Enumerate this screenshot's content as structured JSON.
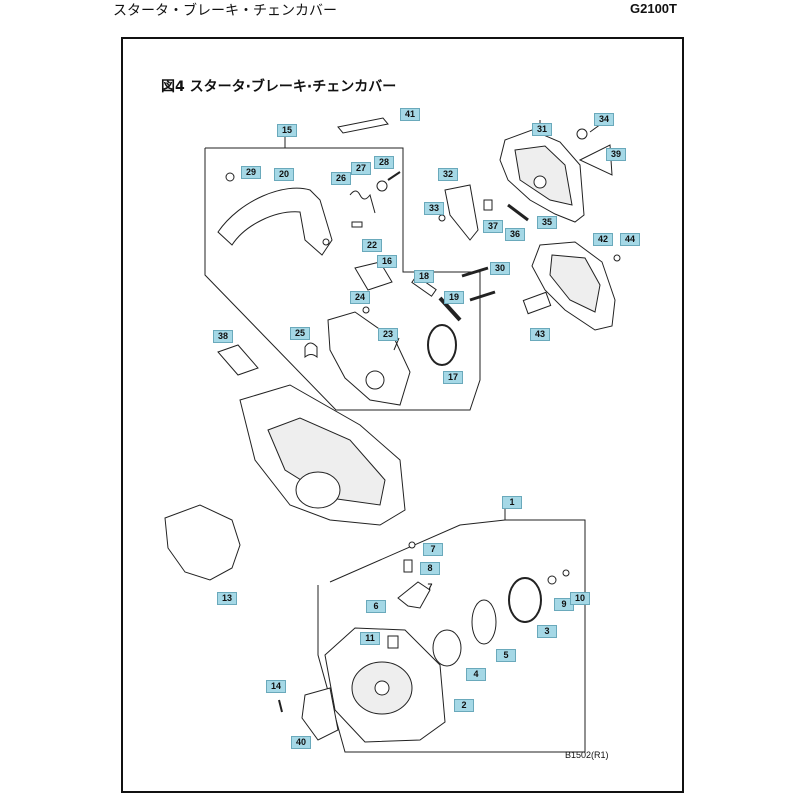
{
  "header": {
    "section_title": "スタータ・ブレーキ・チェンカバー",
    "model": "G2100T"
  },
  "figure": {
    "title": "図4 スタータ·ブレーキ·チェンカバー",
    "reference": "B1502(R1)"
  },
  "callouts": [
    {
      "id": "c41",
      "label": "41",
      "highlighted": true
    },
    {
      "id": "c34",
      "label": "34",
      "highlighted": true
    },
    {
      "id": "c15",
      "label": "15",
      "highlighted": true
    },
    {
      "id": "c31",
      "label": "31",
      "highlighted": true
    },
    {
      "id": "c39",
      "label": "39",
      "highlighted": true
    },
    {
      "id": "c29",
      "label": "29",
      "highlighted": true
    },
    {
      "id": "c20",
      "label": "20",
      "highlighted": true
    },
    {
      "id": "c27",
      "label": "27",
      "highlighted": true
    },
    {
      "id": "c28",
      "label": "28",
      "highlighted": true
    },
    {
      "id": "c26",
      "label": "26",
      "highlighted": true
    },
    {
      "id": "c32",
      "label": "32",
      "highlighted": true
    },
    {
      "id": "c33",
      "label": "33",
      "highlighted": true
    },
    {
      "id": "c37",
      "label": "37",
      "highlighted": true
    },
    {
      "id": "c35",
      "label": "35",
      "highlighted": true
    },
    {
      "id": "c36",
      "label": "36",
      "highlighted": true
    },
    {
      "id": "c42",
      "label": "42",
      "highlighted": true
    },
    {
      "id": "c44",
      "label": "44",
      "highlighted": true
    },
    {
      "id": "c22",
      "label": "22",
      "highlighted": true
    },
    {
      "id": "c16",
      "label": "16",
      "highlighted": true
    },
    {
      "id": "c30",
      "label": "30",
      "highlighted": true
    },
    {
      "id": "c18",
      "label": "18",
      "highlighted": true
    },
    {
      "id": "c24",
      "label": "24",
      "highlighted": true
    },
    {
      "id": "c19",
      "label": "19",
      "highlighted": true
    },
    {
      "id": "c43",
      "label": "43",
      "highlighted": true
    },
    {
      "id": "c38",
      "label": "38",
      "highlighted": true
    },
    {
      "id": "c25",
      "label": "25",
      "highlighted": true
    },
    {
      "id": "c23",
      "label": "23",
      "highlighted": true
    },
    {
      "id": "c17",
      "label": "17",
      "highlighted": true
    },
    {
      "id": "c1",
      "label": "1",
      "highlighted": true
    },
    {
      "id": "c7a",
      "label": "7",
      "highlighted": true
    },
    {
      "id": "c8",
      "label": "8",
      "highlighted": true
    },
    {
      "id": "c7b",
      "label": "7",
      "highlighted": false
    },
    {
      "id": "c6",
      "label": "6",
      "highlighted": true
    },
    {
      "id": "c9",
      "label": "9",
      "highlighted": true
    },
    {
      "id": "c10",
      "label": "10",
      "highlighted": true
    },
    {
      "id": "c13",
      "label": "13",
      "highlighted": true
    },
    {
      "id": "c3",
      "label": "3",
      "highlighted": true
    },
    {
      "id": "c11",
      "label": "11",
      "highlighted": true
    },
    {
      "id": "c5",
      "label": "5",
      "highlighted": true
    },
    {
      "id": "c4",
      "label": "4",
      "highlighted": true
    },
    {
      "id": "c14",
      "label": "14",
      "highlighted": true
    },
    {
      "id": "c2",
      "label": "2",
      "highlighted": true
    },
    {
      "id": "c40",
      "label": "40",
      "highlighted": true
    }
  ]
}
